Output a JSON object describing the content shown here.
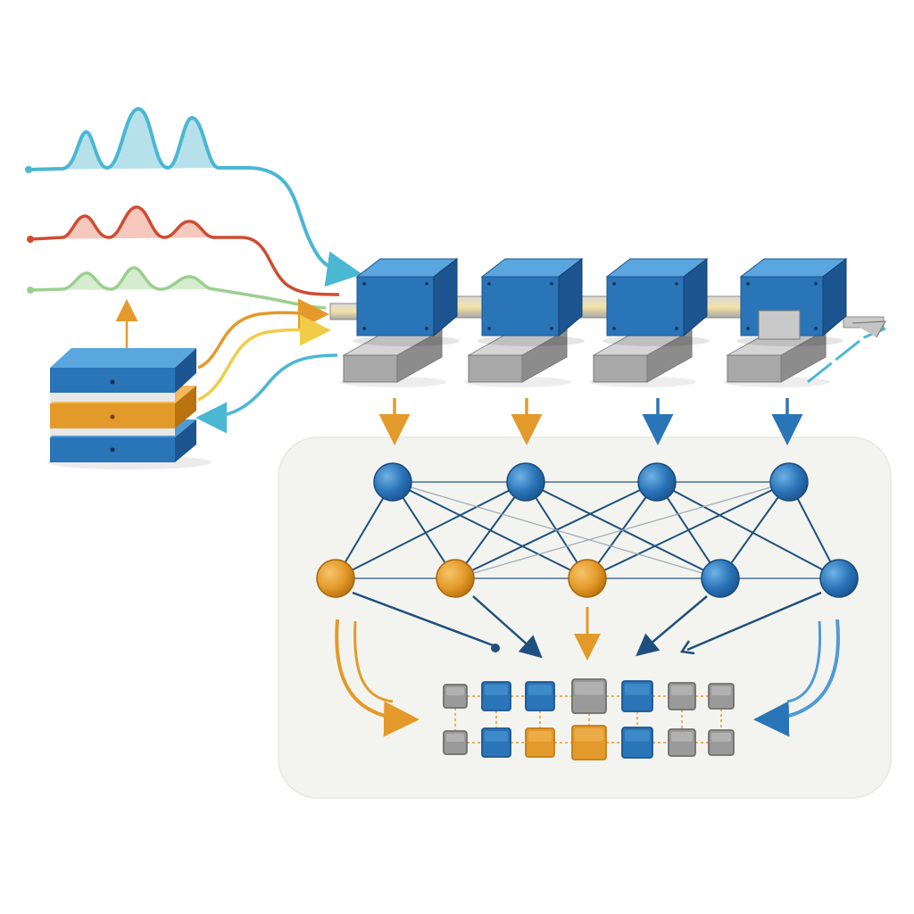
{
  "colors": {
    "blue": "#2a74b8",
    "blue_light": "#4f9ad6",
    "blue_dark": "#1c5590",
    "orange": "#e39a2a",
    "orange_dark": "#c47d12",
    "gray": "#9a9a9a",
    "gray_light": "#c4c4c4",
    "teal": "#4ab7d3",
    "red": "#cf4c31",
    "green": "#9ccf8f",
    "yellow": "#f0cc48",
    "panel": "#f3f4ef"
  },
  "icons": {
    "signals": [
      "teal-waveform-icon",
      "red-waveform-icon",
      "green-waveform-icon"
    ],
    "database": "database-stack-icon",
    "pipeline": "processing-block-icon",
    "network_node": "network-node-icon",
    "grid_cell": "output-cell-icon"
  },
  "network": {
    "top_nodes": [
      "blue",
      "blue",
      "blue",
      "blue"
    ],
    "bottom_nodes": [
      "orange",
      "orange",
      "orange",
      "blue",
      "blue"
    ]
  },
  "grid": {
    "top_row": [
      "gray",
      "blue",
      "blue",
      "gray",
      "blue",
      "gray",
      "gray"
    ],
    "bottom_row": [
      "gray",
      "blue",
      "orange",
      "orange",
      "blue",
      "gray",
      "gray"
    ]
  },
  "pipeline": {
    "stage_count": 4,
    "arrow_colors": [
      "orange",
      "orange",
      "blue",
      "blue"
    ]
  }
}
